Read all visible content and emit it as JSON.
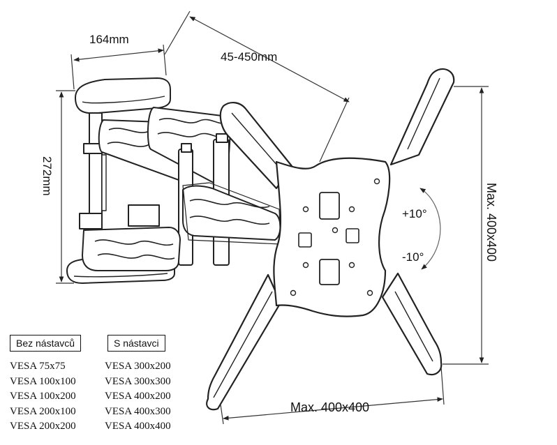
{
  "dimensions": {
    "width_top": "164mm",
    "arm_extension": "45-450mm",
    "height_left": "272mm",
    "max_vertical": "Max. 400x400",
    "max_horizontal": "Max. 400x400"
  },
  "tilt": {
    "up": "+10°",
    "down": "-10°"
  },
  "legend": {
    "without_adapter": {
      "title": "Bez nástavců",
      "items": [
        "VESA 75x75",
        "VESA 100x100",
        "VESA 100x200",
        "VESA 200x100",
        "VESA 200x200"
      ]
    },
    "with_adapter": {
      "title": "S nástavci",
      "items": [
        "VESA 300x200",
        "VESA 300x300",
        "VESA 400x200",
        "VESA 400x300",
        "VESA 400x400"
      ]
    }
  }
}
